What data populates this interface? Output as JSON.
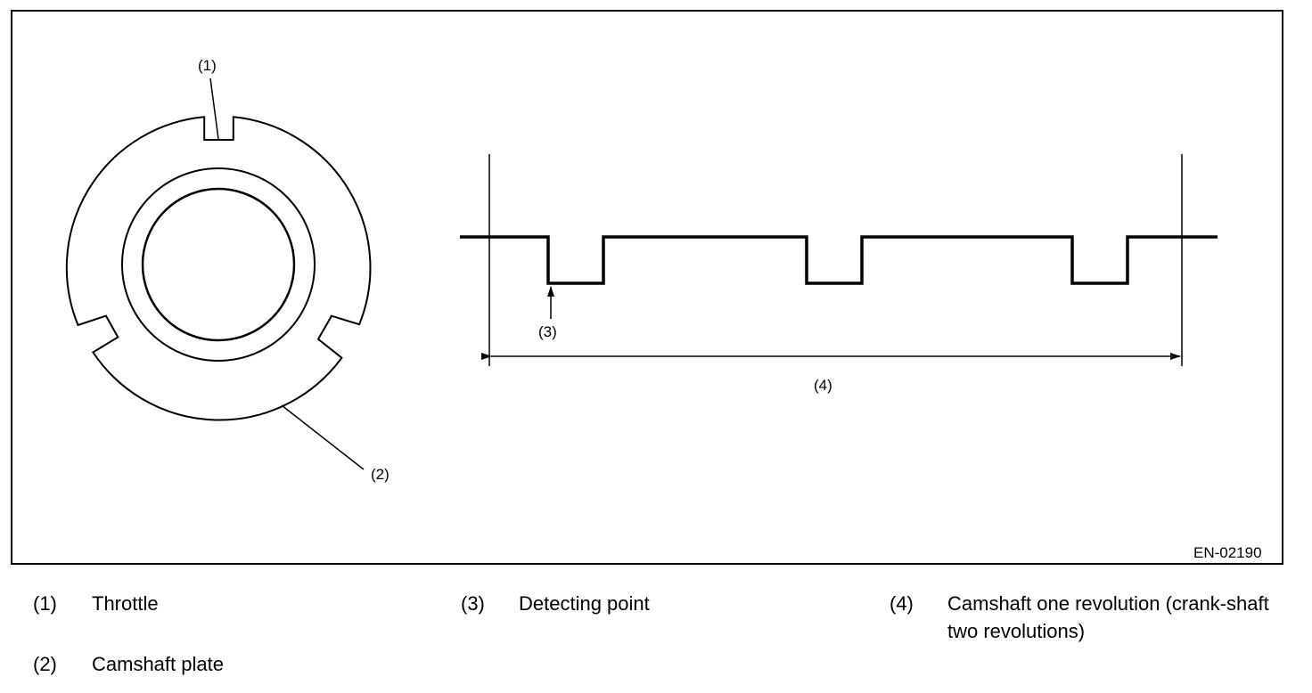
{
  "figure": {
    "id_label": "EN-02190",
    "callouts": {
      "c1": "(1)",
      "c2": "(2)",
      "c3": "(3)",
      "c4": "(4)"
    }
  },
  "legend": [
    {
      "num": "(1)",
      "text": "Throttle"
    },
    {
      "num": "(2)",
      "text": "Camshaft plate"
    },
    {
      "num": "(3)",
      "text": "Detecting point"
    },
    {
      "num": "(4)",
      "text": "Camshaft one revolution (crank-shaft two revolutions)"
    }
  ],
  "colors": {
    "line": "#000000",
    "background": "#ffffff"
  }
}
